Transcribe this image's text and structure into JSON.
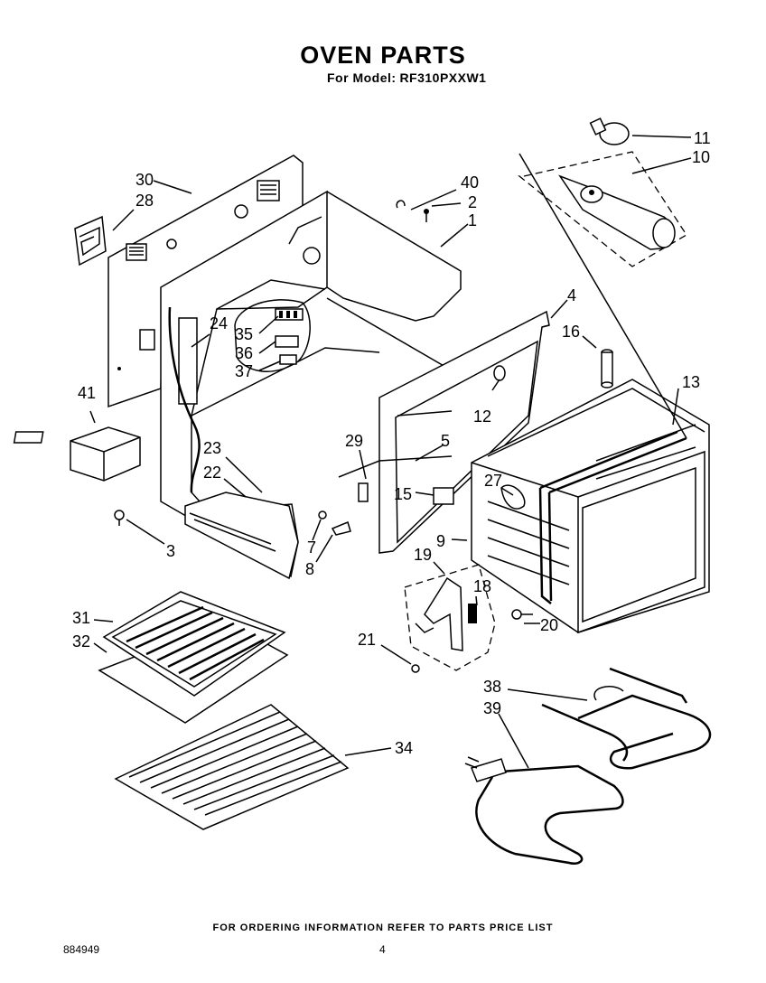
{
  "header": {
    "title": "OVEN PARTS",
    "model_prefix": "For Model:",
    "model_number": "RF310PXXW1"
  },
  "footer": {
    "ordering_note": "FOR ORDERING INFORMATION REFER TO PARTS PRICE LIST",
    "document_number": "884949",
    "page_number": "4"
  },
  "callouts": {
    "c1": "1",
    "c2": "2",
    "c3": "3",
    "c4": "4",
    "c5": "5",
    "c7": "7",
    "c8": "8",
    "c9": "9",
    "c10": "10",
    "c11": "11",
    "c12": "12",
    "c13": "13",
    "c15": "15",
    "c16": "16",
    "c18": "18",
    "c19": "19",
    "c20": "20",
    "c21": "21",
    "c22": "22",
    "c23": "23",
    "c24": "24",
    "c27": "27",
    "c28": "28",
    "c29": "29",
    "c30": "30",
    "c31": "31",
    "c32": "32",
    "c34": "34",
    "c35": "35",
    "c36": "36",
    "c37": "37",
    "c38": "38",
    "c39": "39",
    "c40": "40",
    "c41": "41"
  }
}
